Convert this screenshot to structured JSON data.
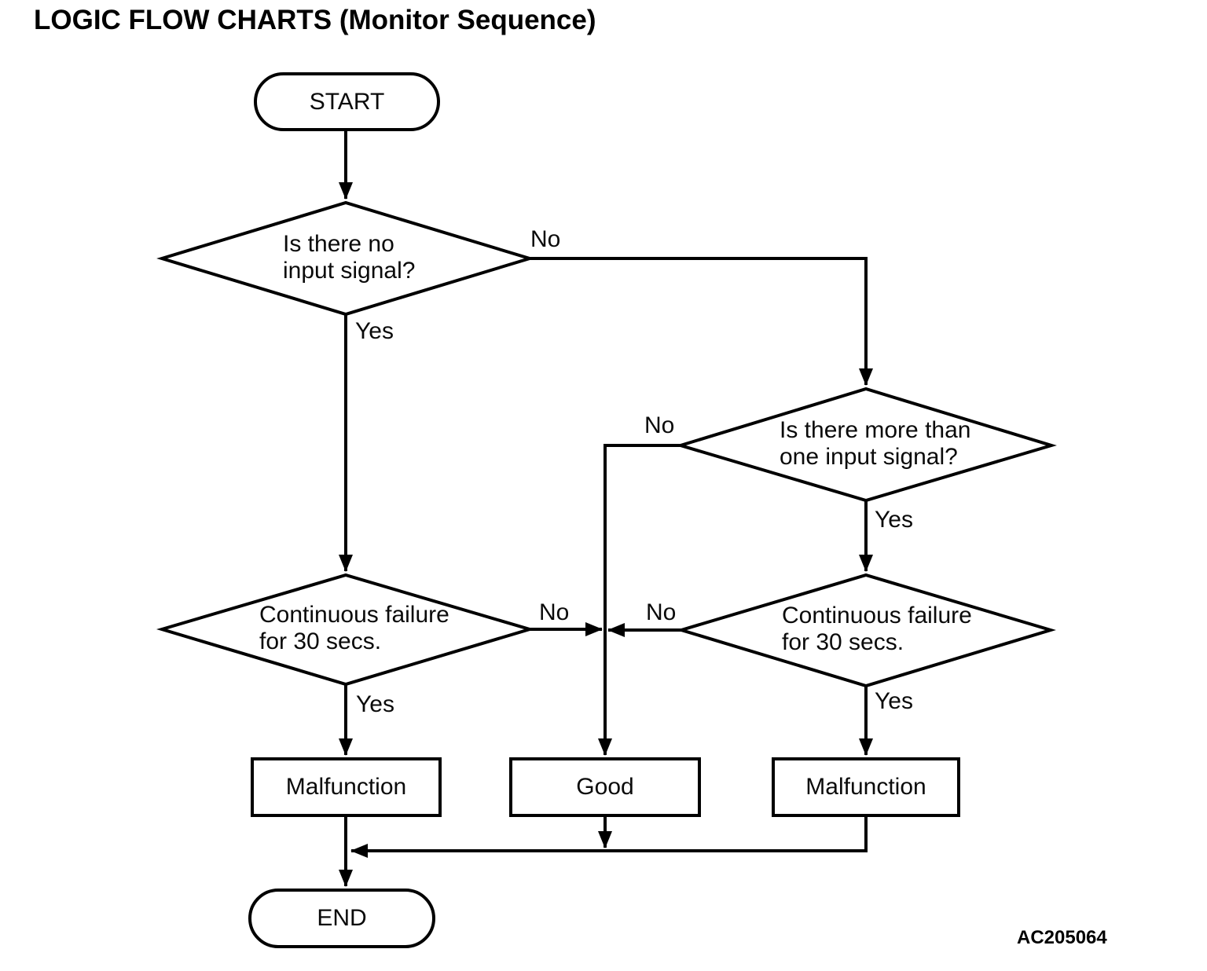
{
  "title": "LOGIC FLOW CHARTS (Monitor Sequence)",
  "figure_code": "AC205064",
  "colors": {
    "line": "#000000",
    "background": "#ffffff",
    "text": "#0a0a0a"
  },
  "nodes": {
    "start": {
      "type": "terminator",
      "label": "START"
    },
    "decision_no_input": {
      "type": "decision",
      "label": "Is there no\ninput signal?"
    },
    "decision_more_than_one": {
      "type": "decision",
      "label": "Is there more than\none input signal?"
    },
    "decision_cont_fail_left": {
      "type": "decision",
      "label": "Continuous failure\nfor 30 secs."
    },
    "decision_cont_fail_right": {
      "type": "decision",
      "label": "Continuous failure\nfor 30 secs."
    },
    "malfunction_left": {
      "type": "process",
      "label": "Malfunction"
    },
    "good": {
      "type": "process",
      "label": "Good"
    },
    "malfunction_right": {
      "type": "process",
      "label": "Malfunction"
    },
    "end": {
      "type": "terminator",
      "label": "END"
    }
  },
  "edge_labels": {
    "no_input_no": "No",
    "no_input_yes": "Yes",
    "more_than_one_no": "No",
    "more_than_one_yes": "Yes",
    "cont_fail_left_no": "No",
    "cont_fail_left_yes": "Yes",
    "cont_fail_right_no": "No",
    "cont_fail_right_yes": "Yes"
  }
}
